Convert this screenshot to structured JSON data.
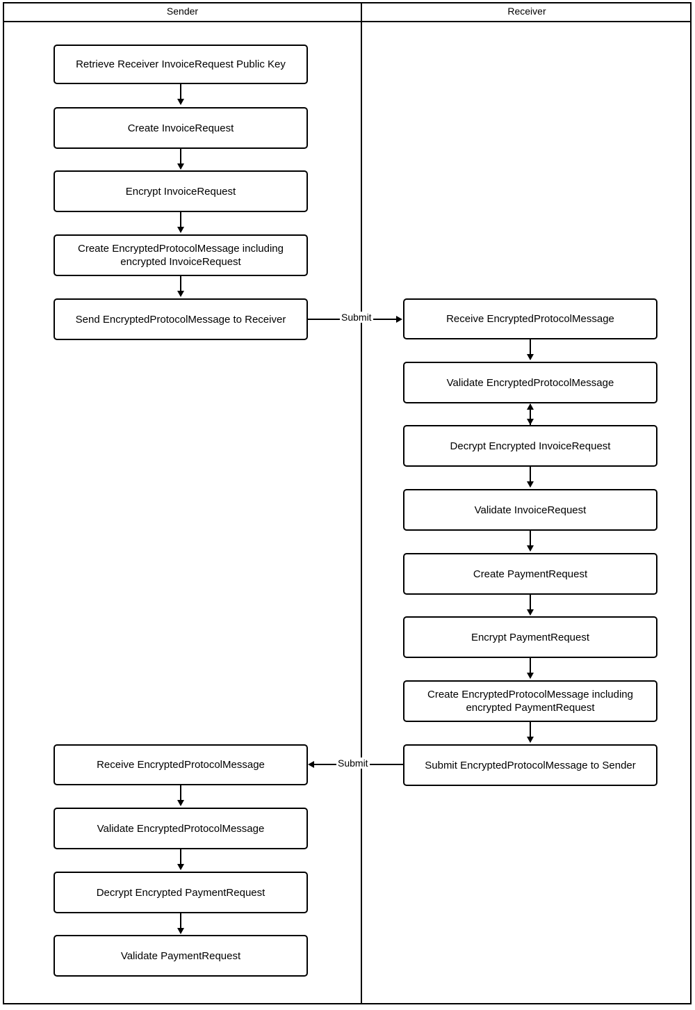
{
  "lanes": {
    "sender": "Sender",
    "receiver": "Receiver"
  },
  "nodes": {
    "s1": "Retrieve Receiver InvoiceRequest Public Key",
    "s2": "Create InvoiceRequest",
    "s3": "Encrypt InvoiceRequest",
    "s4": "Create EncryptedProtocolMessage including encrypted InvoiceRequest",
    "s5": "Send EncryptedProtocolMessage to Receiver",
    "s6": "Receive EncryptedProtocolMessage",
    "s7": "Validate EncryptedProtocolMessage",
    "s8": "Decrypt Encrypted PaymentRequest",
    "s9": "Validate PaymentRequest",
    "r1": "Receive EncryptedProtocolMessage",
    "r2": "Validate EncryptedProtocolMessage",
    "r3": "Decrypt Encrypted InvoiceRequest",
    "r4": "Validate InvoiceRequest",
    "r5": "Create PaymentRequest",
    "r6": "Encrypt PaymentRequest",
    "r7": "Create EncryptedProtocolMessage including encrypted PaymentRequest",
    "r8": "Submit EncryptedProtocolMessage to Sender"
  },
  "edges": {
    "submit_to_receiver": "Submit",
    "submit_to_sender": "Submit"
  },
  "colors": {
    "stroke": "#000000",
    "fill": "#ffffff",
    "text": "#000000"
  }
}
